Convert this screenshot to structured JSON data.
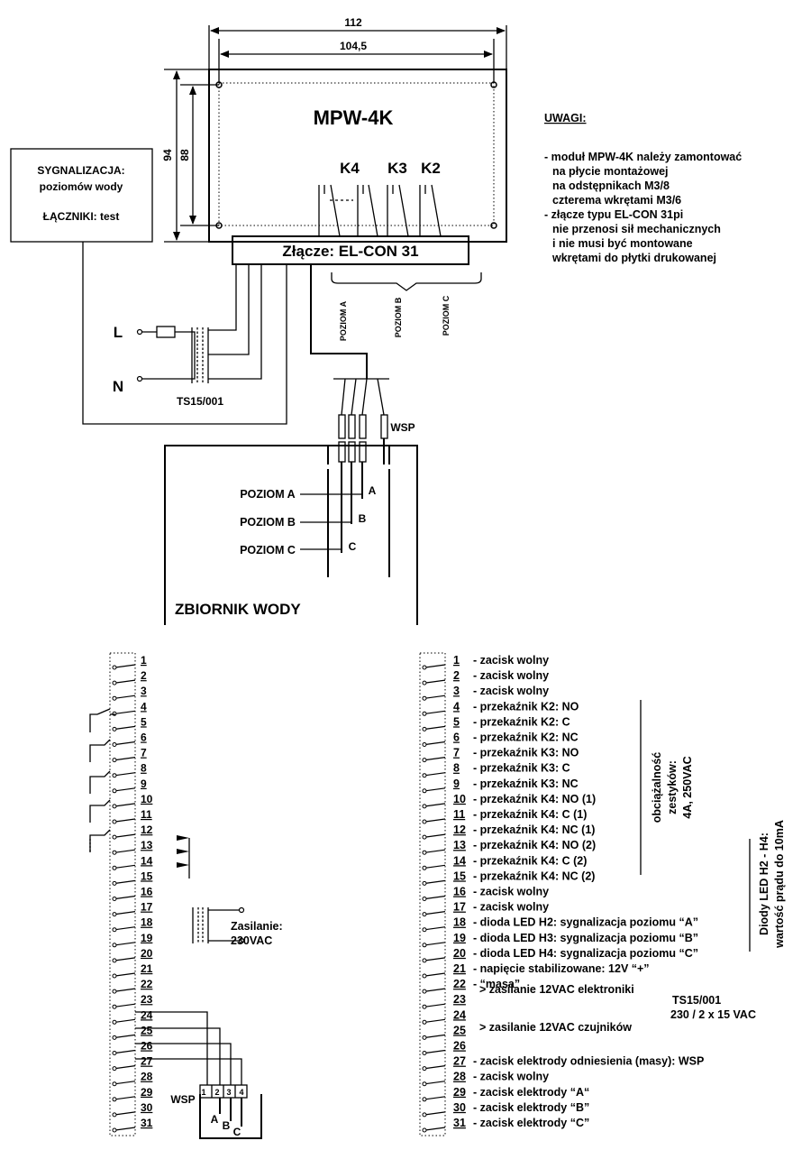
{
  "dimensions": {
    "outer_width": "112",
    "inner_width": "104,5",
    "outer_height": "94",
    "inner_height": "88"
  },
  "module": {
    "title": "MPW-4K",
    "relay_labels": [
      "K4",
      "K3",
      "K2"
    ],
    "connector": "Złącze: EL-CON 31"
  },
  "signalization_box": {
    "line1": "SYGNALIZACJA:",
    "line2": "poziomów wody",
    "line3": "ŁĄCZNIKI: test"
  },
  "notes": {
    "heading": "UWAGI:",
    "lines": [
      "- moduł MPW-4K należy zamontować",
      "na płycie montażowej",
      "na odstępnikach M3/8",
      "czterema wkrętami M3/6",
      "- złącze typu EL-CON 31pi",
      "nie przenosi sił mechanicznych",
      "i nie musi być montowane",
      "wkrętami do płytki drukowanej"
    ]
  },
  "supply": {
    "line_L": "L",
    "line_N": "N",
    "transformer": "TS15/001"
  },
  "level_wires": [
    "POZIOM A",
    "POZIOM B",
    "POZIOM C"
  ],
  "tank": {
    "title": "ZBIORNIK WODY",
    "wsp": "WSP",
    "levels": [
      "POZIOM A",
      "POZIOM B",
      "POZIOM C"
    ],
    "electrodes": [
      "A",
      "B",
      "C"
    ]
  },
  "left_schematic": {
    "terminals": [
      "1",
      "2",
      "3",
      "4",
      "5",
      "6",
      "7",
      "8",
      "9",
      "10",
      "11",
      "12",
      "13",
      "14",
      "15",
      "16",
      "17",
      "18",
      "19",
      "20",
      "21",
      "22",
      "23",
      "24",
      "25",
      "26",
      "27",
      "28",
      "29",
      "30",
      "31"
    ],
    "power_label_1": "Zasilanie:",
    "power_label_2": "230VAC",
    "electrode_numbers": [
      "1",
      "2",
      "3",
      "4"
    ],
    "wsp": "WSP",
    "electrodes": [
      "A",
      "B",
      "C"
    ]
  },
  "right_list": {
    "items": [
      {
        "num": "1",
        "desc": "- zacisk wolny"
      },
      {
        "num": "2",
        "desc": "- zacisk wolny"
      },
      {
        "num": "3",
        "desc": "- zacisk wolny"
      },
      {
        "num": "4",
        "desc": "- przekaźnik K2: NO"
      },
      {
        "num": "5",
        "desc": "- przekaźnik K2: C"
      },
      {
        "num": "6",
        "desc": "- przekaźnik K2: NC"
      },
      {
        "num": "7",
        "desc": "- przekaźnik K3: NO"
      },
      {
        "num": "8",
        "desc": "- przekaźnik K3: C"
      },
      {
        "num": "9",
        "desc": "- przekaźnik K3: NC"
      },
      {
        "num": "10",
        "desc": "- przekaźnik K4: NO  (1)"
      },
      {
        "num": "11",
        "desc": "- przekaźnik K4: C    (1)"
      },
      {
        "num": "12",
        "desc": "- przekaźnik K4: NC  (1)"
      },
      {
        "num": "13",
        "desc": "- przekaźnik K4: NO  (2)"
      },
      {
        "num": "14",
        "desc": "- przekaźnik K4: C    (2)"
      },
      {
        "num": "15",
        "desc": "- przekaźnik K4: NC  (2)"
      },
      {
        "num": "16",
        "desc": "- zacisk wolny"
      },
      {
        "num": "17",
        "desc": "- zacisk wolny"
      },
      {
        "num": "18",
        "desc": "- dioda LED H2: sygnalizacja poziomu “A”"
      },
      {
        "num": "19",
        "desc": "- dioda LED H3: sygnalizacja poziomu “B”"
      },
      {
        "num": "20",
        "desc": "- dioda LED H4: sygnalizacja poziomu “C”"
      },
      {
        "num": "21",
        "desc": "- napięcie stabilizowane: 12V  “+”"
      },
      {
        "num": "22",
        "desc": "- “masa”"
      },
      {
        "num": "23",
        "desc": ""
      },
      {
        "num": "24",
        "desc": ""
      },
      {
        "num": "25",
        "desc": ""
      },
      {
        "num": "26",
        "desc": ""
      },
      {
        "num": "27",
        "desc": "- zacisk elektrody odniesienia (masy): WSP"
      },
      {
        "num": "28",
        "desc": "- zacisk wolny"
      },
      {
        "num": "29",
        "desc": "- zacisk elektrody “A“"
      },
      {
        "num": "30",
        "desc": "- zacisk elektrody “B”"
      },
      {
        "num": "31",
        "desc": "- zacisk elektrody “C”"
      }
    ],
    "supply_electronics": "> zasilanie 12VAC elektroniki",
    "supply_sensors": "> zasilanie 12VAC czujników",
    "transformer_1": "TS15/001",
    "transformer_2": "230 / 2 x 15 VAC",
    "load_1": "obciążalność",
    "load_2": "zestyków:",
    "load_3": "4A, 250VAC",
    "led_1": "Diody LED H2 - H4:",
    "led_2": "wartość prądu do 10mA"
  }
}
